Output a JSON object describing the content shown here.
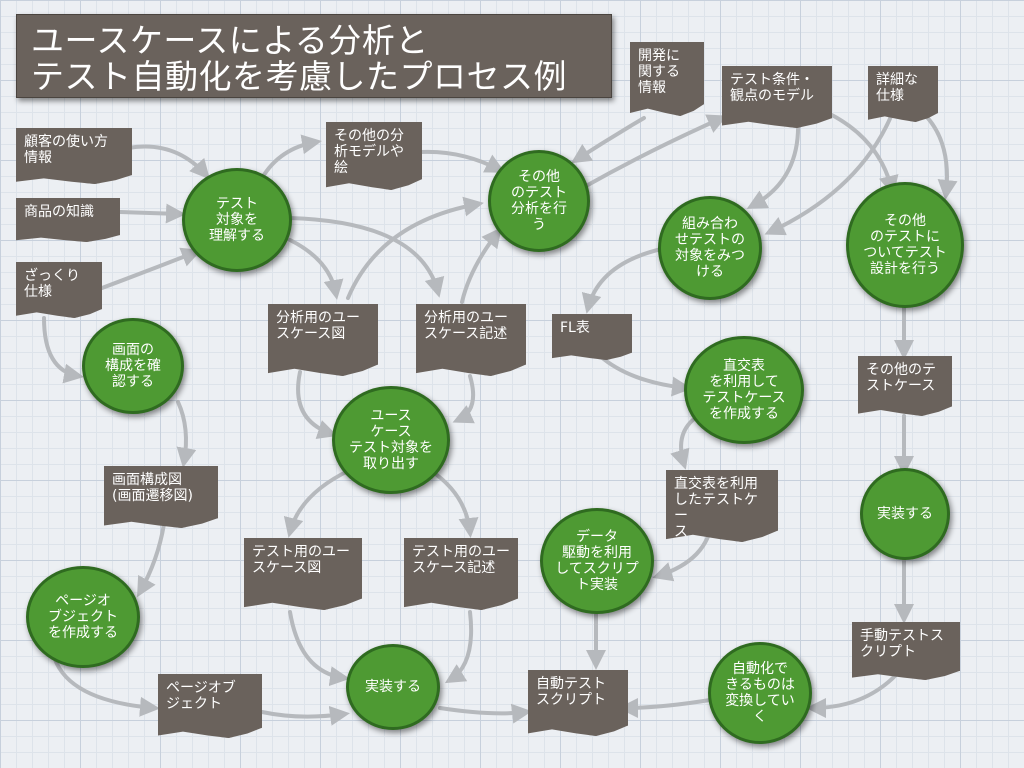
{
  "title": {
    "line1": "ユースケースによる分析と",
    "line2": "テスト自動化を考慮したプロセス例"
  },
  "colors": {
    "document": "#6a625c",
    "process": "#4e9a33",
    "arrow": "#b6b9bd",
    "grid": "#c7d0dc"
  },
  "documents": {
    "customer_usage": "顧客の使い方\n情報",
    "product_knowledge": "商品の知識",
    "rough_spec": "ざっくり\n仕様",
    "other_models": "その他の分\n析モデルや\n絵",
    "dev_info": "開発に\n関する\n情報",
    "test_condition_model": "テスト条件・\n観点のモデル",
    "detail_spec": "詳細な\n仕様",
    "analysis_uc_diagram": "分析用のユー\nスケース図",
    "analysis_uc_desc": "分析用のユー\nスケース記述",
    "fl_table": "FL表",
    "other_testcases": "その他のテ\nストケース",
    "screen_diagram": "画面構成図\n(画面遷移図)",
    "test_uc_diagram": "テスト用のユー\nスケース図",
    "test_uc_desc": "テスト用のユー\nスケース記述",
    "orthogonal_testcases": "直交表を利用\nしたテストケー\nス",
    "manual_script": "手動テストス\nクリプト",
    "page_object": "ページオブ\nジェクト",
    "auto_script": "自動テスト\nスクリプト"
  },
  "processes": {
    "understand_target": "テスト\n対象を\n理解する",
    "analyze_other": "その他\nのテスト\n分析を行\nう",
    "find_combination": "組み合わ\nせテストの\n対象をみつ\nける",
    "design_other": "その他\nのテストに\nついてテスト\n設計を行う",
    "confirm_screen": "画面の\n構成を確\n認する",
    "extract_uc_target": "ユース\nケース\nテスト対象を\n取り出す",
    "create_orthogonal": "直交表\nを利用して\nテストケース\nを作成する",
    "implement_right": "実装する",
    "data_driven": "データ\n駆動を利用\nしてスクリプ\nト実装",
    "create_page_object": "ページオ\nブジェクト\nを作成する",
    "implement_center": "実装する",
    "automate_convert": "自動化で\nきるものは\n変換してい\nく"
  }
}
